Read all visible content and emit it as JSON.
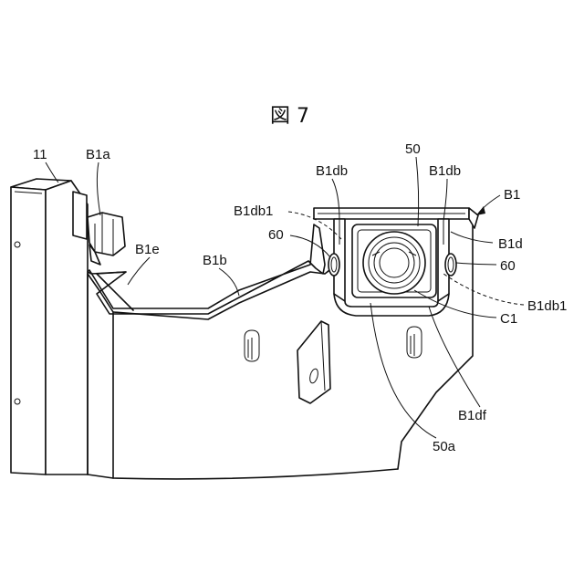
{
  "figure": {
    "title": "図 7"
  },
  "labels": {
    "part_11": "11",
    "b1a": "B1a",
    "b1e": "B1e",
    "b1b": "B1b",
    "b1db1_left": "B1db1",
    "sixty_left": "60",
    "b1db_left": "B1db",
    "fifty": "50",
    "b1db_right": "B1db",
    "b1": "B1",
    "b1d": "B1d",
    "sixty_right": "60",
    "b1db1_right": "B1db1",
    "c1": "C1",
    "b1df": "B1df",
    "fifty_a": "50a"
  }
}
